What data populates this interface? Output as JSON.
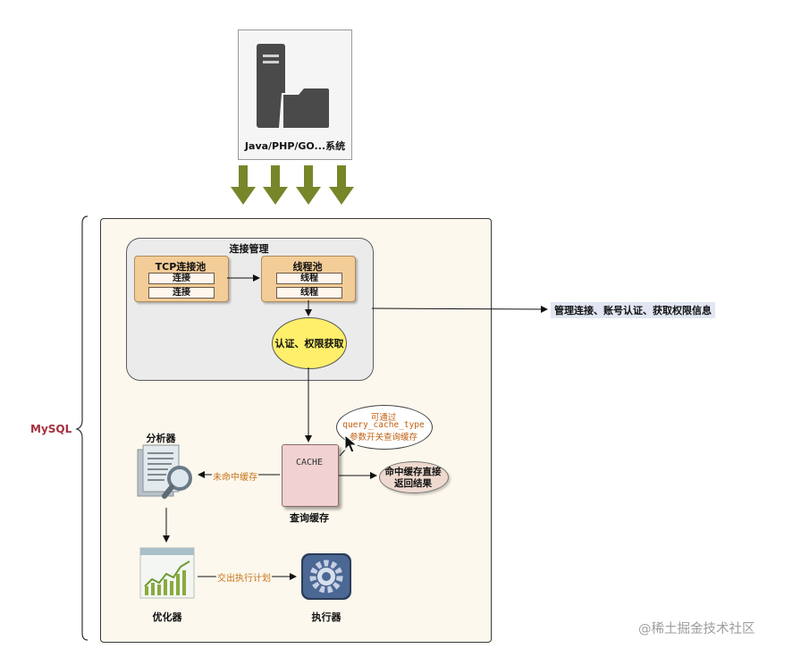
{
  "client": {
    "label": "Java/PHP/GO...系统"
  },
  "mysql_label": "MySQL",
  "connection": {
    "title": "连接管理",
    "tcp_pool": {
      "title": "TCP连接池",
      "slots": [
        "连接",
        "连接"
      ]
    },
    "thread_pool": {
      "title": "线程池",
      "slots": [
        "线程",
        "线程"
      ]
    },
    "auth": "认证、权限获取"
  },
  "connection_note": "管理连接、账号认证、获取权限信息",
  "cache": {
    "box_text": "CACHE",
    "label": "查询缓存",
    "bubble": [
      "可通过",
      "query_cache_type",
      "参数开关查询缓存"
    ],
    "hit": [
      "命中缓存直接",
      "返回结果"
    ],
    "miss": "未命中缓存"
  },
  "analyzer": {
    "label": "分析器"
  },
  "optimizer": {
    "label": "优化器",
    "edge": "交出执行计划"
  },
  "executor": {
    "label": "执行器"
  },
  "watermark": "@稀土掘金技术社区",
  "colors": {
    "arrow_green": "#78862a",
    "panel_bg": "#fcf8ed",
    "pool_fill": "#f3cd98",
    "auth_fill": "#ffef6b",
    "cache_fill": "#f1d1d1",
    "annotation": "#c8741a",
    "mysql_label": "#a53040"
  }
}
